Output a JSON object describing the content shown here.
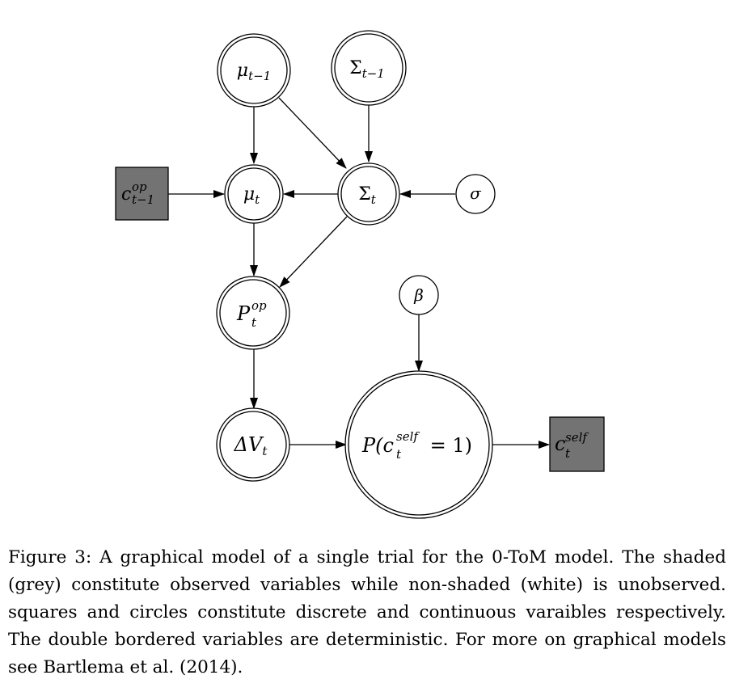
{
  "nodes": {
    "mu_prev": {
      "base": "μ",
      "sub": "t−1"
    },
    "sigma_prev": {
      "base": "Σ",
      "sub": "t−1"
    },
    "c_op_prev": {
      "base": "c",
      "sup": "op",
      "sub": "t−1"
    },
    "mu_t": {
      "base": "μ",
      "sub": "t"
    },
    "sigma_t": {
      "base": "Σ",
      "sub": "t"
    },
    "sigma": {
      "base": "σ"
    },
    "p_op": {
      "base": "P",
      "sup": "op",
      "sub": "t"
    },
    "beta": {
      "base": "β"
    },
    "delta_v": {
      "base": "ΔV",
      "sub": "t"
    },
    "p_self_pre": "P(c",
    "p_self_sup": "self",
    "p_self_sub": "t",
    "p_self_post": " = 1)",
    "c_self": {
      "base": "c",
      "sup": "self",
      "sub": "t"
    }
  },
  "colors": {
    "observed_fill": "#737373",
    "unobserved_fill": "#ffffff",
    "stroke": "#000000"
  },
  "caption": "Figure 3: A graphical model of a single trial for the 0-ToM model. The shaded (grey) constitute observed variables while non-shaded (white) is unobserved. squares and circles constitute discrete and continuous varaibles respectively. The double bordered variables are deterministic. For more on graphical models see Bartlema et al. (2014)."
}
